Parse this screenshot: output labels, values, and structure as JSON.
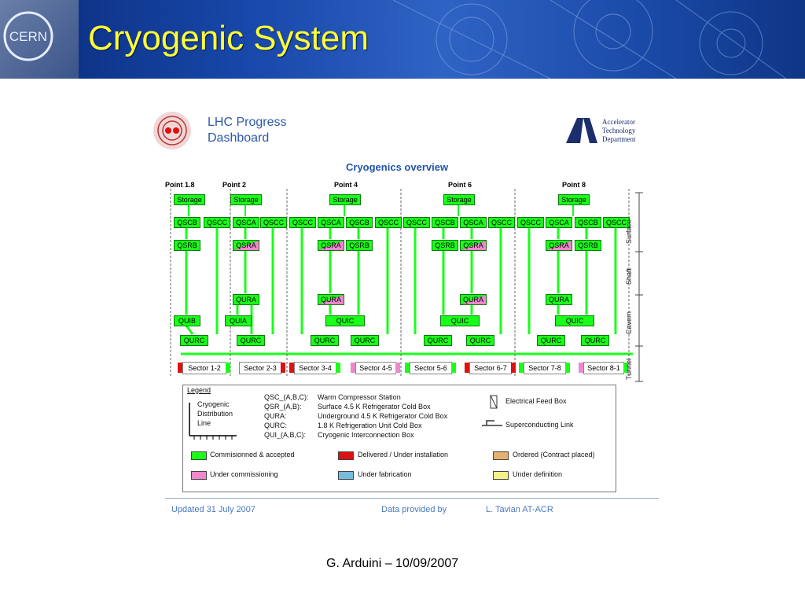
{
  "slide": {
    "title": "Cryogenic System",
    "author": "G. Arduini – 10/09/2007",
    "logo_text": "CERN"
  },
  "dashboard": {
    "line1": "LHC Progress",
    "line2": "Dashboard",
    "dept_line1": "Accelerator",
    "dept_line2": "Technology",
    "dept_line3": "Department",
    "subtitle": "Cryogenics overview"
  },
  "points": [
    "Point 1.8",
    "Point 2",
    "Point 4",
    "Point 6",
    "Point 8"
  ],
  "storage": "Storage",
  "boxes": {
    "qscb_1": "QSCB",
    "qscc_1": "QSCC",
    "qsca_2": "QSCA",
    "qscc_2": "QSCC",
    "qscc_3": "QSCC",
    "qsca_4": "QSCA",
    "qscb_4": "QSCB",
    "qscc_4": "QSCC",
    "qscc_5": "QSCC",
    "qscb_6": "QSCB",
    "qsca_6": "QSCA",
    "qscc_6": "QSCC",
    "qscc_7": "QSCC",
    "qsca_8": "QSCA",
    "qscb_8": "QSCB",
    "qscc_8": "QSCC",
    "qsrb_1": "QSRB",
    "qsra_2": "QSRA",
    "qsra_4": "QSRA",
    "qsrb_4": "QSRB",
    "qsrb_6": "QSRB",
    "qsra_6": "QSRA",
    "qsra_8": "QSRA",
    "qsrb_8": "QSRB",
    "qura_2": "QURA",
    "qura_4": "QURA",
    "qura_6": "QURA",
    "qura_8": "QURA",
    "quib": "QUIB",
    "quia": "QUIA",
    "quic_4": "QUIC",
    "quic_6": "QUIC",
    "quic_8": "QUIC",
    "qurc_1": "QURC",
    "qurc_2": "QURC",
    "qurc_3": "QURC",
    "qurc_4": "QURC",
    "qurc_5": "QURC",
    "qurc_6": "QURC",
    "qurc_7": "QURC",
    "qurc_8": "QURC"
  },
  "sectors": [
    "Sector 1-2",
    "Sector 2-3",
    "Sector 3-4",
    "Sector 4-5",
    "Sector 5-6",
    "Sector 6-7",
    "Sector 7-8",
    "Sector 8-1"
  ],
  "levels": [
    "Surface",
    "Shaft",
    "Cavern",
    "Tunnel"
  ],
  "legend": {
    "title": "Legend",
    "line_label_1": "Cryogenic",
    "line_label_2": "Distribution",
    "line_label_3": "Line",
    "abbr": [
      {
        "code": "QSC_(A,B,C):",
        "desc": "Warm Compressor Station"
      },
      {
        "code": "QSR_(A,B):",
        "desc": "Surface 4.5 K Refrigerator Cold Box"
      },
      {
        "code": "QURA:",
        "desc": "Underground 4.5 K Refrigerator Cold Box"
      },
      {
        "code": "QURC:",
        "desc": "1.8 K Refrigeration Unit Cold Box"
      },
      {
        "code": "QUI_(A,B,C):",
        "desc": "Cryogenic Interconnection Box"
      }
    ],
    "feed_box": "Electrical Feed Box",
    "sc_link": "Superconducting Link",
    "status": [
      {
        "label": "Commisionned & accepted",
        "color": "#19ff19"
      },
      {
        "label": "Delivered / Under installation",
        "color": "#dd1111"
      },
      {
        "label": "Ordered (Contract placed)",
        "color": "#e8b070"
      },
      {
        "label": "Under commissioning",
        "color": "#ee88cc"
      },
      {
        "label": "Under fabrication",
        "color": "#77bbdd"
      },
      {
        "label": "Under definition",
        "color": "#f2f288"
      }
    ]
  },
  "footer": {
    "updated": "Updated 31 July 2007",
    "provided": "Data provided by",
    "person": "L. Tavian   AT-ACR"
  }
}
